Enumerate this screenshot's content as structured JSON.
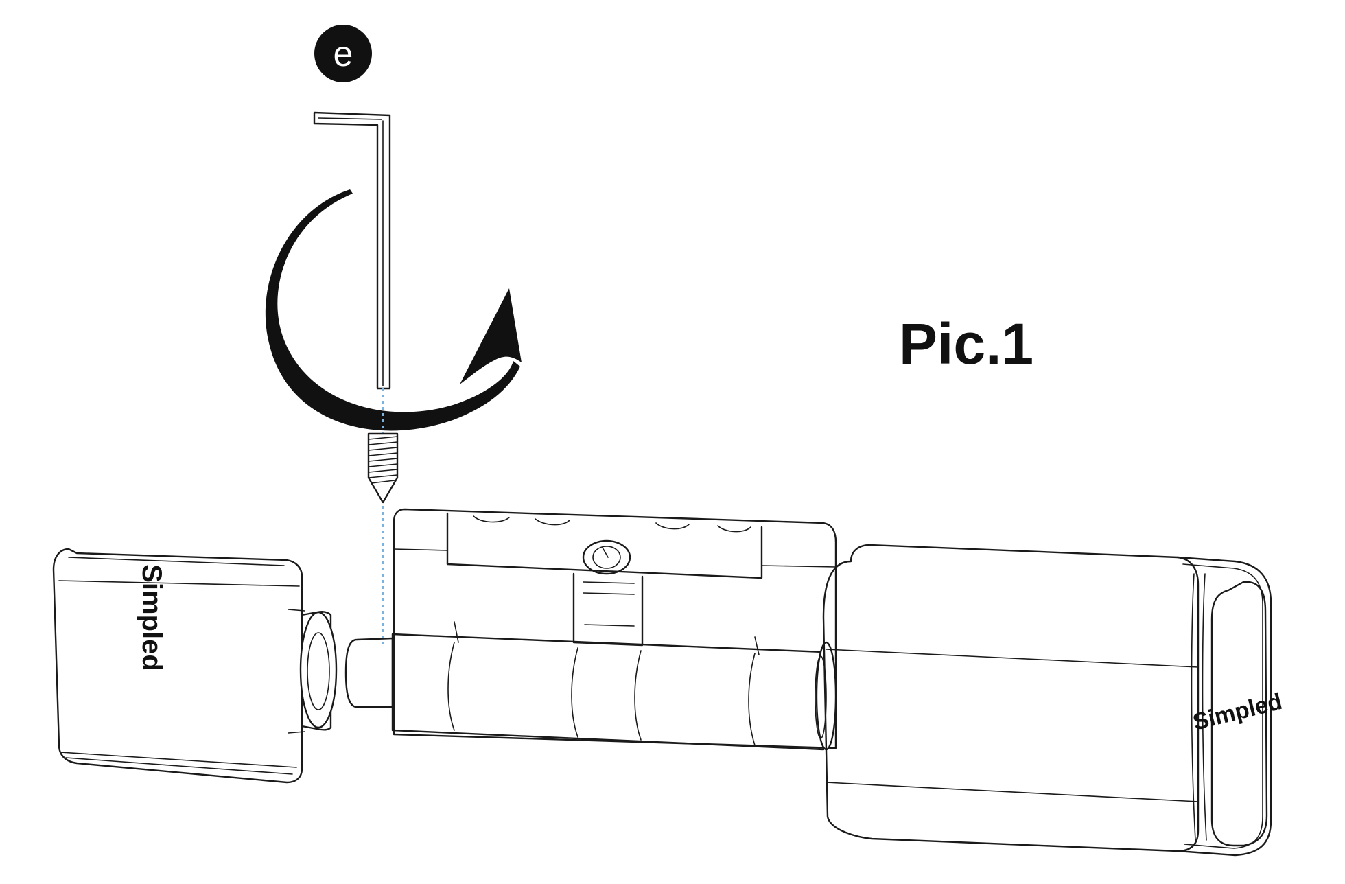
{
  "step_badge": {
    "letter": "e"
  },
  "picture_label": "Pic.1",
  "brand": {
    "left_knob": "Simpled",
    "right_knob": "Simpled"
  },
  "icons": {
    "hex_key": "allen-key-icon",
    "rotate_arrow": "clockwise-arrow-icon",
    "grub_screw": "set-screw-icon"
  },
  "colors": {
    "line": "#1a1a1a",
    "guide": "#7ab3e0",
    "badge": "#111111",
    "background": "#ffffff"
  }
}
